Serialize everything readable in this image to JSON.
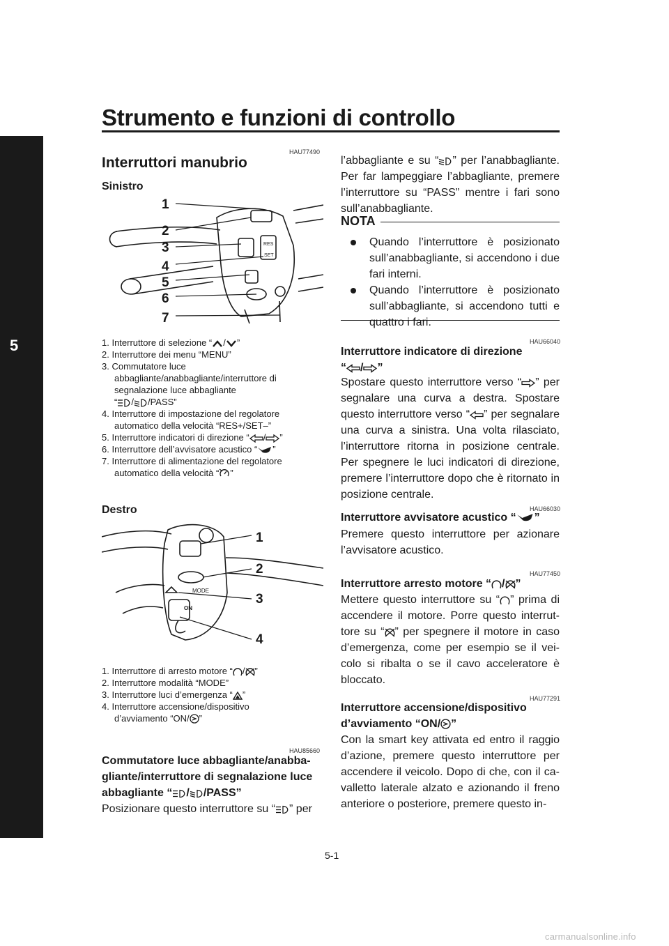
{
  "header": {
    "title": "Strumento e funzioni di controllo",
    "chapter": "5"
  },
  "section": {
    "code": "HAU77490",
    "title": "Interruttori manubrio"
  },
  "left_panel": {
    "label": "Sinistro",
    "callouts": [
      "1",
      "2",
      "3",
      "4",
      "5",
      "6",
      "7"
    ],
    "items": [
      {
        "n": "1.",
        "before": "Interruttore di selezione “",
        "sep": "/",
        "after": "”"
      },
      {
        "n": "2.",
        "text": "Interruttore dei menu “MENU”"
      },
      {
        "n": "3.",
        "text": "Commutatore luce abbagliante/anabbagliante/interruttore di segnalazione luce abbagliante",
        "icons_before": "“",
        "sep": "/",
        "icons_after": "/PASS”"
      },
      {
        "n": "4.",
        "text": "Interruttore di impostazione del regolatore automatico della velocità “RES+/SET–”"
      },
      {
        "n": "5.",
        "before": "Interruttore indicatori di direzione “",
        "sep": "/",
        "after": "”"
      },
      {
        "n": "6.",
        "before": "Interruttore dell’avvisatore acustico “",
        "after": "”"
      },
      {
        "n": "7.",
        "before": "Interruttore di alimentazione del regolatore automatico della velocità “",
        "after": "”"
      }
    ]
  },
  "right_panel": {
    "label": "Destro",
    "callouts": [
      "1",
      "2",
      "3",
      "4"
    ],
    "items": [
      {
        "n": "1.",
        "before": "Interruttore di arresto motore “",
        "sep": "/",
        "after": "”"
      },
      {
        "n": "2.",
        "text": "Interruttore modalità “MODE”"
      },
      {
        "n": "3.",
        "before": "Interruttore luci d’emergenza “",
        "after": "”"
      },
      {
        "n": "4.",
        "text": "Interruttore accensione/dispositivo",
        "line2_before": "d’avviamento “ON/",
        "after": "”"
      }
    ]
  },
  "dimmer_section": {
    "code": "HAU85660",
    "title_line1": "Commutatore luce abbagliante/anabba-",
    "title_line2": "gliante/interruttore di segnalazione luce",
    "title_line3_before": "abbagliante “",
    "title_sep": "/",
    "title_line3_after": "/PASS”",
    "body_line1_before": "Posizionare questo interruttore su “",
    "body_line1_after": "” per",
    "body_line2_before": "l’abbagliante e su “",
    "body_line2_after": "” per l’anabbagliante.",
    "body_rest": "Per far lampeggiare l’abbagliante, premere l’interruttore su “PASS” mentre i fari sono sull’anabbagliante."
  },
  "nota": {
    "label": "NOTA",
    "items": [
      "Quando l’interruttore è posizionato sull’anabbagliante, si accendono i due fari interni.",
      "Quando l’interruttore è posizionato sull’abbagliante, si accendono tutti e quattro i fari."
    ]
  },
  "turn_section": {
    "code": "HAU66040",
    "title": "Interruttore indicatore di direzione",
    "title2_before": "“",
    "title2_sep": "/",
    "title2_after": "”",
    "b1_before": "Spostare questo interruttore verso “",
    "b1_after": "” per",
    "b2": "segnalare una curva a destra. Spostare",
    "b3_before": "questo interruttore verso “",
    "b3_after": "” per segnalare",
    "body_rest": "una curva a sinistra. Una volta rilasciato, l’interruttore ritorna in posizione centrale. Per spegnere le luci indicatori di direzione, premere l’interruttore dopo che è ritornato in posizione centrale."
  },
  "horn_section": {
    "code": "HAU66030",
    "title_before": "Interruttore avvisatore acustico “",
    "title_after": "”",
    "body": "Premere questo interruttore per azionare l’avvisatore acustico."
  },
  "stop_section": {
    "code": "HAU77450",
    "title_before": "Interruttore arresto motore “",
    "title_sep": "/",
    "title_after": "”",
    "b1_before": "Mettere questo interruttore su “",
    "b1_after": "” prima di",
    "b2": "accendere il motore. Porre questo interrut-",
    "b3_before": "tore su “",
    "b3_after": "” per spegnere il motore in caso",
    "body_rest": "d’emergenza, come per esempio se il vei-colo si ribalta o se il cavo acceleratore è bloccato."
  },
  "ignition_section": {
    "code": "HAU77291",
    "title_line1": "Interruttore accensione/dispositivo",
    "title_line2_before": "d’avviamento “ON/",
    "title_line2_after": "”",
    "body": "Con la smart key attivata ed entro il raggio d’azione, premere questo interruttore per accendere il veicolo. Dopo di che, con il ca-valletto laterale alzato e azionando il freno anteriore o posteriore, premere questo in-"
  },
  "footer": {
    "page": "5-1",
    "watermark": "carmanualsonline.info"
  }
}
